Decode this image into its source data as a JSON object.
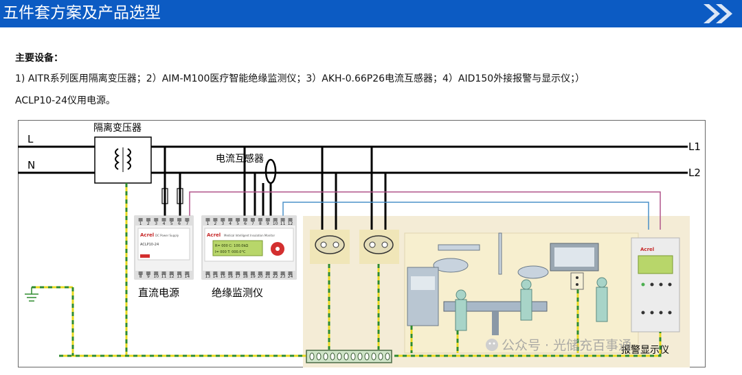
{
  "header": {
    "title": "五件套方案及产品选型",
    "brand_color": "#0c5bc3",
    "nav_icon": "double-chevron-right-icon"
  },
  "intro": {
    "heading": "主要设备：",
    "line1": "1) AITR系列医用隔离变压器；2）AIM-M100医疗智能绝缘监测仪；3）AKH-0.66P26电流互感器；4）AID150外接报警与显示仪；）",
    "line2": "ACLP10-24仪用电源。"
  },
  "diagram": {
    "phase_L": "L",
    "phase_N": "N",
    "bus_L1": "L1",
    "bus_L2": "L2",
    "transformer_label": "隔离变压器",
    "ct_label": "电流互感器",
    "dc_power_label": "直流电源",
    "monitor_label": "绝缘监测仪",
    "alarm_label": "报警显示仪",
    "watermark": "公众号 · 光储充百事通",
    "dc_power_brand": "Acrel",
    "dc_power_subtitle": "DC Power Supply",
    "dc_power_model": "ACLP10-24",
    "monitor_brand": "Acrel",
    "monitor_subtitle": "Medical Intelligent Insulation Monitor",
    "monitor_lcd_1": "R=  000    C:  100.0kΩ",
    "monitor_lcd_2": "I=  000    T:  000.0°C",
    "alarm_brand": "Acrel",
    "dc_terminals_top": [
      "1",
      "2",
      "3",
      "4",
      "5",
      "6",
      "7"
    ],
    "dc_terminals_bottom": [
      "8",
      "9",
      "10",
      "11",
      "12",
      "13",
      "14"
    ],
    "mon_terminals_top": [
      "1",
      "2",
      "3",
      "4",
      "5",
      "6",
      "7",
      "8",
      "9",
      "10",
      "11",
      "12"
    ],
    "mon_terminals_bottom": [
      "13",
      "14",
      "15",
      "16",
      "17",
      "18",
      "19",
      "20",
      "21",
      "22",
      "23",
      "24"
    ],
    "colors": {
      "ground_yellow": "#e8d820",
      "ground_green": "#2e8b2e",
      "signal_pink": "#b0548a",
      "signal_blue": "#4a90c8",
      "room_bg": "#f4ecd6",
      "socket_bg": "#f0e6b8"
    }
  }
}
